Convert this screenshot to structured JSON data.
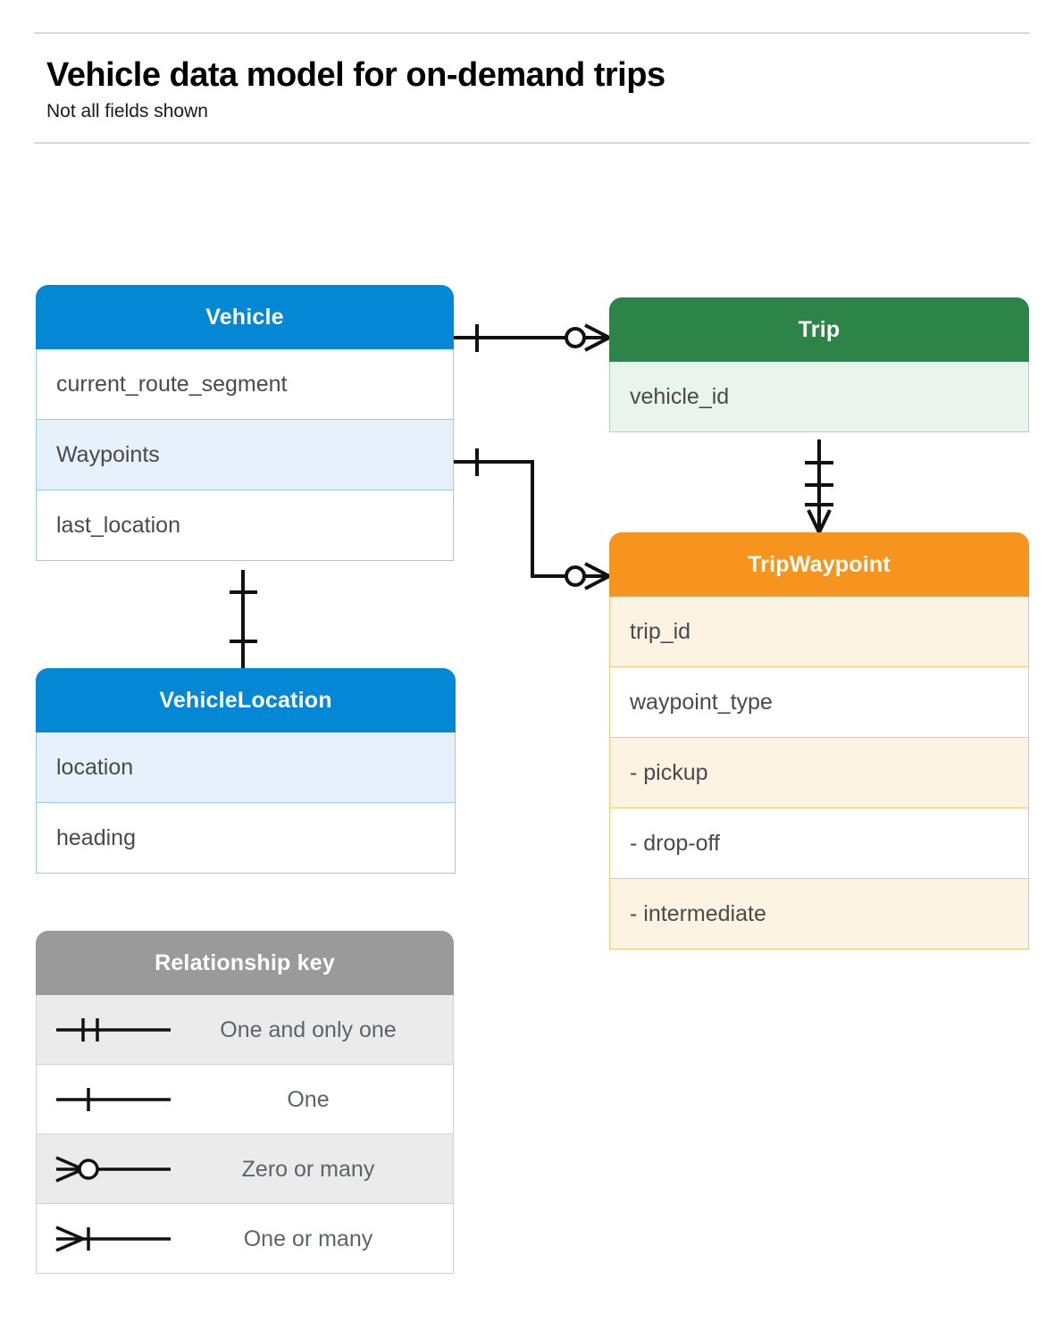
{
  "header": {
    "title": "Vehicle data model for on-demand trips",
    "subtitle": "Not all fields shown"
  },
  "colors": {
    "blue": "#0487d4",
    "blue_row_alt": "#e6f1fb",
    "blue_border": "#97cbf2",
    "green": "#2c8448",
    "green_row_alt": "#e9f4ec",
    "green_border": "#aed6b9",
    "orange": "#f7941e",
    "orange_row_alt": "#fdf3e3",
    "orange_border": "#f6c37a",
    "gray": "#9a9a9a",
    "gray_row_alt": "#ebebeb",
    "field_text": "#4a4a4a",
    "legend_text": "#5f6368",
    "connector": "#111111",
    "rule": "#d9d9d9"
  },
  "entities": {
    "vehicle": {
      "name": "Vehicle",
      "fields": [
        {
          "label": "current_route_segment"
        },
        {
          "label": "Waypoints"
        },
        {
          "label": "last_location"
        }
      ]
    },
    "trip": {
      "name": "Trip",
      "fields": [
        {
          "label": "vehicle_id"
        }
      ]
    },
    "tripwaypoint": {
      "name": "TripWaypoint",
      "fields": [
        {
          "label": "trip_id"
        },
        {
          "label": "waypoint_type"
        },
        {
          "label": "- pickup"
        },
        {
          "label": "- drop-off"
        },
        {
          "label": "- intermediate"
        }
      ]
    },
    "vehiclelocation": {
      "name": "VehicleLocation",
      "fields": [
        {
          "label": "location"
        },
        {
          "label": "heading"
        }
      ]
    }
  },
  "legend": {
    "title": "Relationship key",
    "items": [
      {
        "label": "One and only one",
        "symbol": "one-and-only-one"
      },
      {
        "label": "One",
        "symbol": "one"
      },
      {
        "label": "Zero or many",
        "symbol": "zero-or-many"
      },
      {
        "label": "One or many",
        "symbol": "one-or-many"
      }
    ]
  },
  "relationships": [
    {
      "name": "vehicle-to-trip",
      "from": "Vehicle",
      "to": "Trip",
      "from_cardinality": "One",
      "to_cardinality": "Zero or many"
    },
    {
      "name": "vehicle-waypoints-to-tripwaypoint",
      "from": "Vehicle.Waypoints",
      "to": "TripWaypoint",
      "from_cardinality": "One",
      "to_cardinality": "Zero or many"
    },
    {
      "name": "trip-to-tripwaypoint",
      "from": "Trip",
      "to": "TripWaypoint",
      "from_cardinality": "One and only one",
      "to_cardinality": "One or many"
    },
    {
      "name": "vehicle-to-vehiclelocation",
      "from": "Vehicle",
      "to": "VehicleLocation",
      "from_cardinality": "One",
      "to_cardinality": "One"
    }
  ]
}
